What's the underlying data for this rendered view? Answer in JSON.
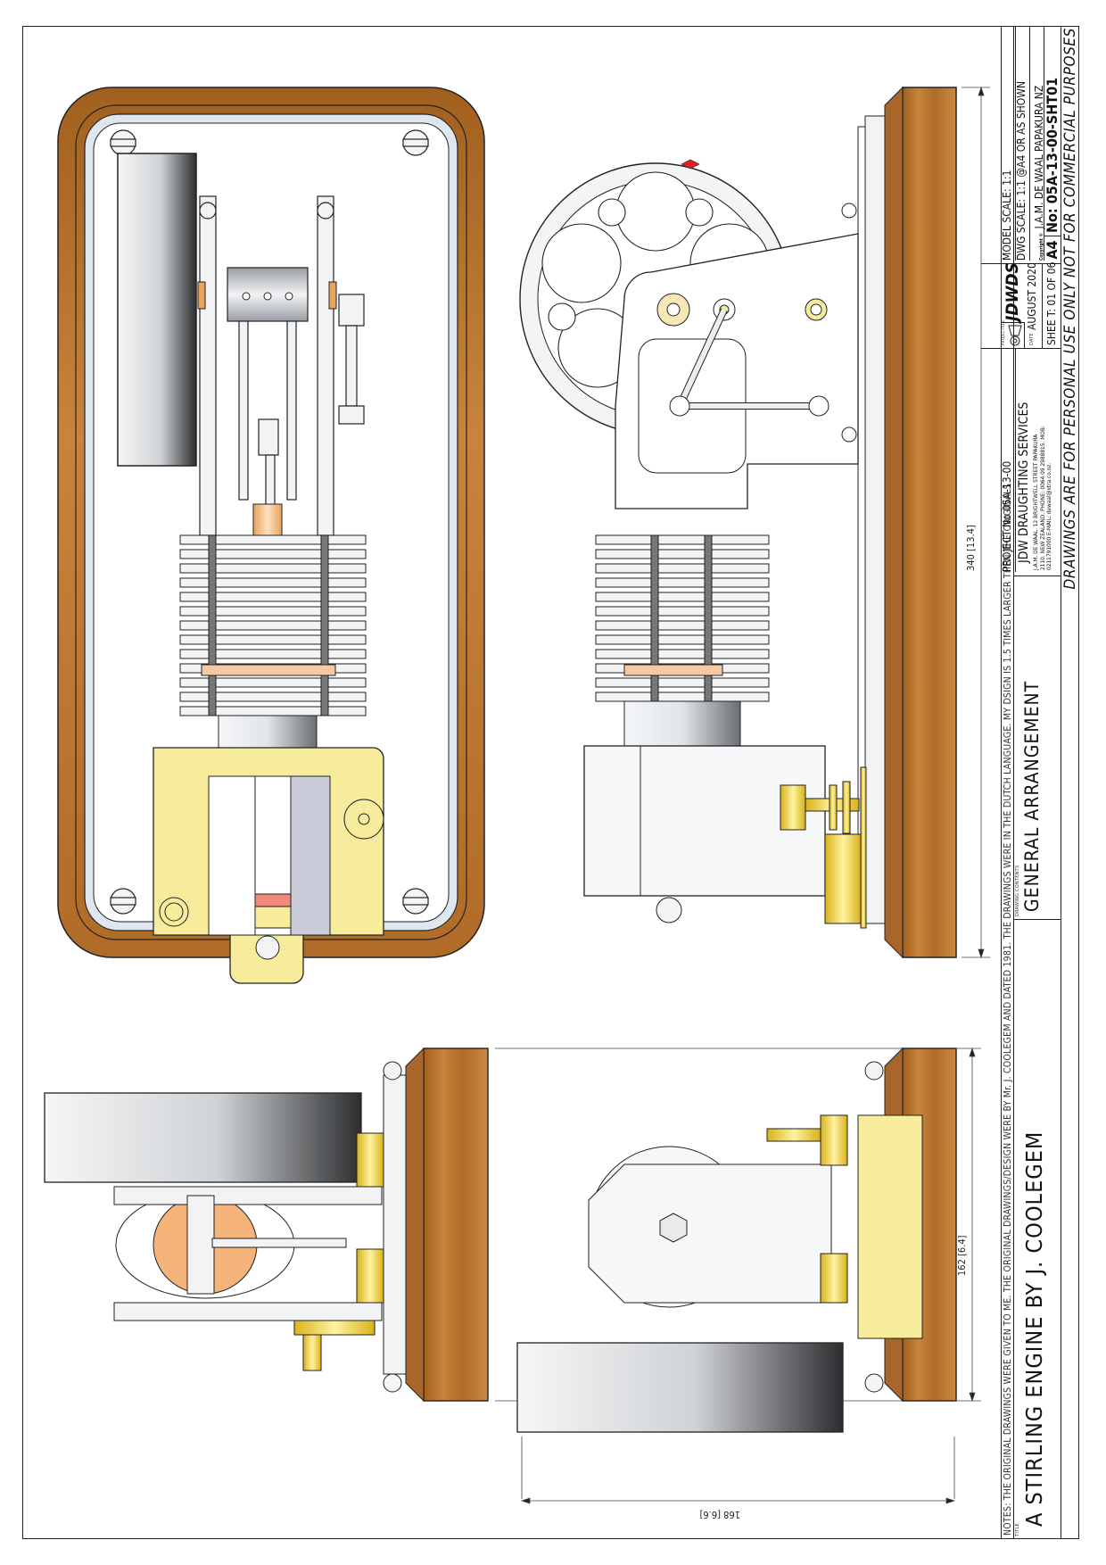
{
  "sheet": {
    "notes": "NOTES: THE ORIGINAL DRAWINGS WERE GIVEN TO ME. THE ORIGINAL DRAWINGS/DESIGN WERE BY Mr. J. COOLEGEM AND DATED 1981. THE DRAWINGS WERE IN THE DUTCH LANGUAGE. MY DSIGN IS 1.5 TIMES LARGER THEN THE ORIGINALS",
    "title_label": "TITLE",
    "title": "A STIRLING ENGINE BY J. COOLEGEM",
    "contents_label": "DRAWING CONTENTS",
    "contents": "GENERAL ARRANGEMENT",
    "project_no": "PROJECT No  05A-13-00",
    "company": "JDW DRAUGHTING SERVICES",
    "address_lines": [
      "J.A.M. DE WAAL. 12 BRIGHTWELL STREET PAPAKURA",
      "2110. NEW ZEALAND. PHONE: 0064 09 2988815. MOB:",
      "0211791000 E-MAIL: dewaal@xtra.co.nz."
    ],
    "projection_label": "PROJECTION",
    "logo": "JDWDS",
    "model_scale": "MODEL SCALE: 1:1",
    "dwg_scale": "DWG SCALE: 1:1 @A4 OR AS SHOWN",
    "date_label": "DATE",
    "date": "AUGUST 2020",
    "copyright_label": "Copyright ©",
    "copyright": "J.A.M. DE WAAL PAPAKURA NZ",
    "sheet": "SHEE T: 01 OF 06",
    "paper_size": "A4",
    "drawing_no": "No: 05A-13-00-SHT01",
    "disclaimer": "DRAWINGS ARE FOR PERSONAL USE ONLY NOT FOR COMMERCIAL PURPOSES"
  },
  "dimensions": {
    "length": "340",
    "length_in": "13.4",
    "width": "162",
    "width_in": "6.4",
    "height": "168",
    "height_in": "6.6"
  },
  "colors": {
    "wood": "#b8742e",
    "wood_dark": "#8a4f1c",
    "brass": "#f3e27a",
    "brass_bright": "#e8c21a",
    "copper": "#e9a45a",
    "steel": "#d9dde2",
    "marker": "#e02020"
  },
  "views": [
    "top-view",
    "side-view",
    "end-view-flywheel-side",
    "end-view-displacer-side"
  ]
}
